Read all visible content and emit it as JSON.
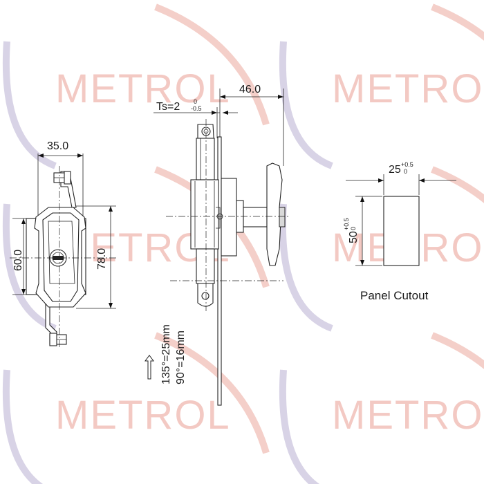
{
  "watermark": {
    "text": "METROL",
    "arc_color": "#d8d3e6",
    "arc_red": "#f4cfc9"
  },
  "dimensions": {
    "front_width": "35.0",
    "front_height_a": "60.0",
    "front_height_b": "78.0",
    "side_depth": "46.0",
    "thickness": "Ts=2",
    "thickness_tol_upper": "0",
    "thickness_tol_lower": "-0.5",
    "cutout_width": "25",
    "cutout_width_tol_upper": "+0.5",
    "cutout_width_tol_lower": "0",
    "cutout_height": "50",
    "cutout_height_tol_upper": "+0.5",
    "cutout_height_tol_lower": "0"
  },
  "notes": {
    "rotation_a": "135°=25mm",
    "rotation_b": "90°=16mm",
    "panel_cutout": "Panel Cutout"
  },
  "icons": [
    "up-arrow-icon",
    "keyhole-icon"
  ]
}
